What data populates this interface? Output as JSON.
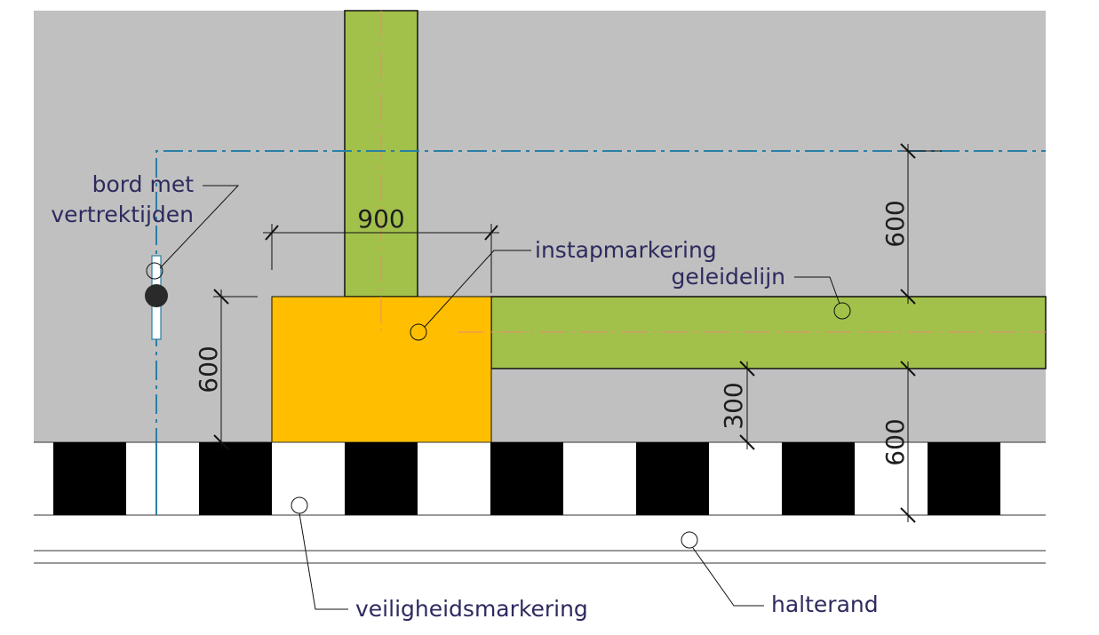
{
  "labels": {
    "sign": [
      "bord met",
      "vertrektijden"
    ],
    "boarding_marking": "instapmarkering",
    "guide_line": "geleidelijn",
    "safety_marking": "veiligheidsmarkering",
    "stop_edge": "halterand"
  },
  "dimensions": {
    "boarding_width": "900",
    "boarding_depth": "600",
    "guide_to_line": "600",
    "guide_to_edge": "300",
    "safety_band": "600"
  },
  "colors": {
    "platform": "#c0c0c0",
    "guide": "#a2c14b",
    "boarding": "#ffbf00",
    "dashed_line": "#2a7fa6",
    "label_text": "#2d2a5e"
  }
}
